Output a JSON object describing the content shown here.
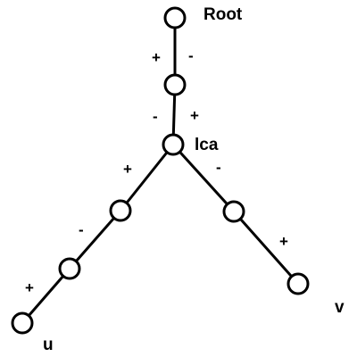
{
  "colors": {
    "background": "#ffffff",
    "stroke": "#000000",
    "node_fill": "#ffffff"
  },
  "nodes": {
    "root": {
      "label": "Root"
    },
    "mid": {
      "label": ""
    },
    "lca": {
      "label": "lca"
    },
    "left_upper": {
      "label": ""
    },
    "left_lower": {
      "label": ""
    },
    "u": {
      "label": "u"
    },
    "right_upper": {
      "label": ""
    },
    "v": {
      "label": "v"
    }
  },
  "edges": [
    {
      "from": "root",
      "to": "mid",
      "signs": [
        "+",
        "-"
      ]
    },
    {
      "from": "mid",
      "to": "lca",
      "signs": [
        "-",
        "+"
      ]
    },
    {
      "from": "lca",
      "to": "left_upper",
      "signs": [
        "+"
      ]
    },
    {
      "from": "left_upper",
      "to": "left_lower",
      "signs": [
        "-"
      ]
    },
    {
      "from": "left_lower",
      "to": "u",
      "signs": [
        "+"
      ]
    },
    {
      "from": "lca",
      "to": "right_upper",
      "signs": [
        "-"
      ]
    },
    {
      "from": "right_upper",
      "to": "v",
      "signs": [
        "+"
      ]
    }
  ]
}
